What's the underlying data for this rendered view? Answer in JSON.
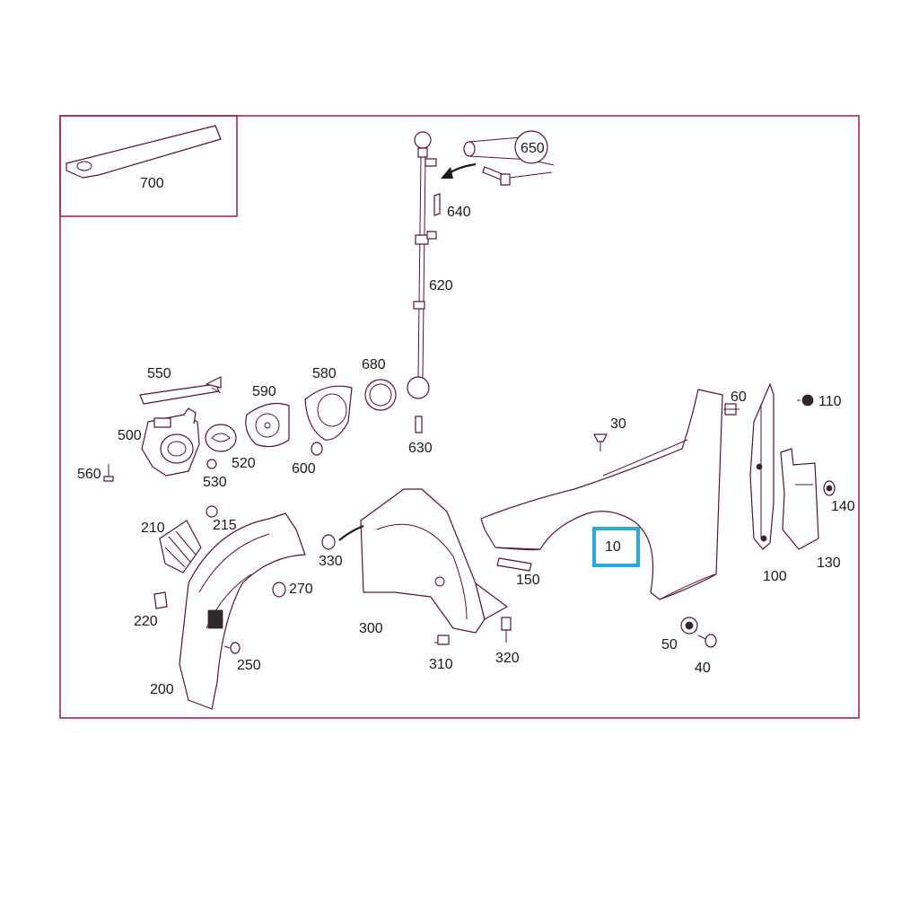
{
  "diagram": {
    "colors": {
      "frame": "#a0193f",
      "line": "#5a1428",
      "highlight": "#2aa8e0",
      "text": "#1a1a1a"
    },
    "labels": {
      "p700": "700",
      "p650": "650",
      "p640": "640",
      "p620": "620",
      "p550": "550",
      "p590": "590",
      "p580": "580",
      "p680": "680",
      "p500": "500",
      "p520": "520",
      "p530": "530",
      "p560": "560",
      "p600": "600",
      "p630": "630",
      "p30": "30",
      "p60": "60",
      "p110": "110",
      "p140": "140",
      "p130": "130",
      "p100": "100",
      "p10": "10",
      "p150": "150",
      "p210": "210",
      "p215": "215",
      "p220": "220",
      "p250": "250",
      "p200": "200",
      "p270": "270",
      "p330": "330",
      "p300": "300",
      "p310": "310",
      "p320": "320",
      "p50": "50",
      "p40": "40"
    },
    "highlighted_part": "10"
  }
}
